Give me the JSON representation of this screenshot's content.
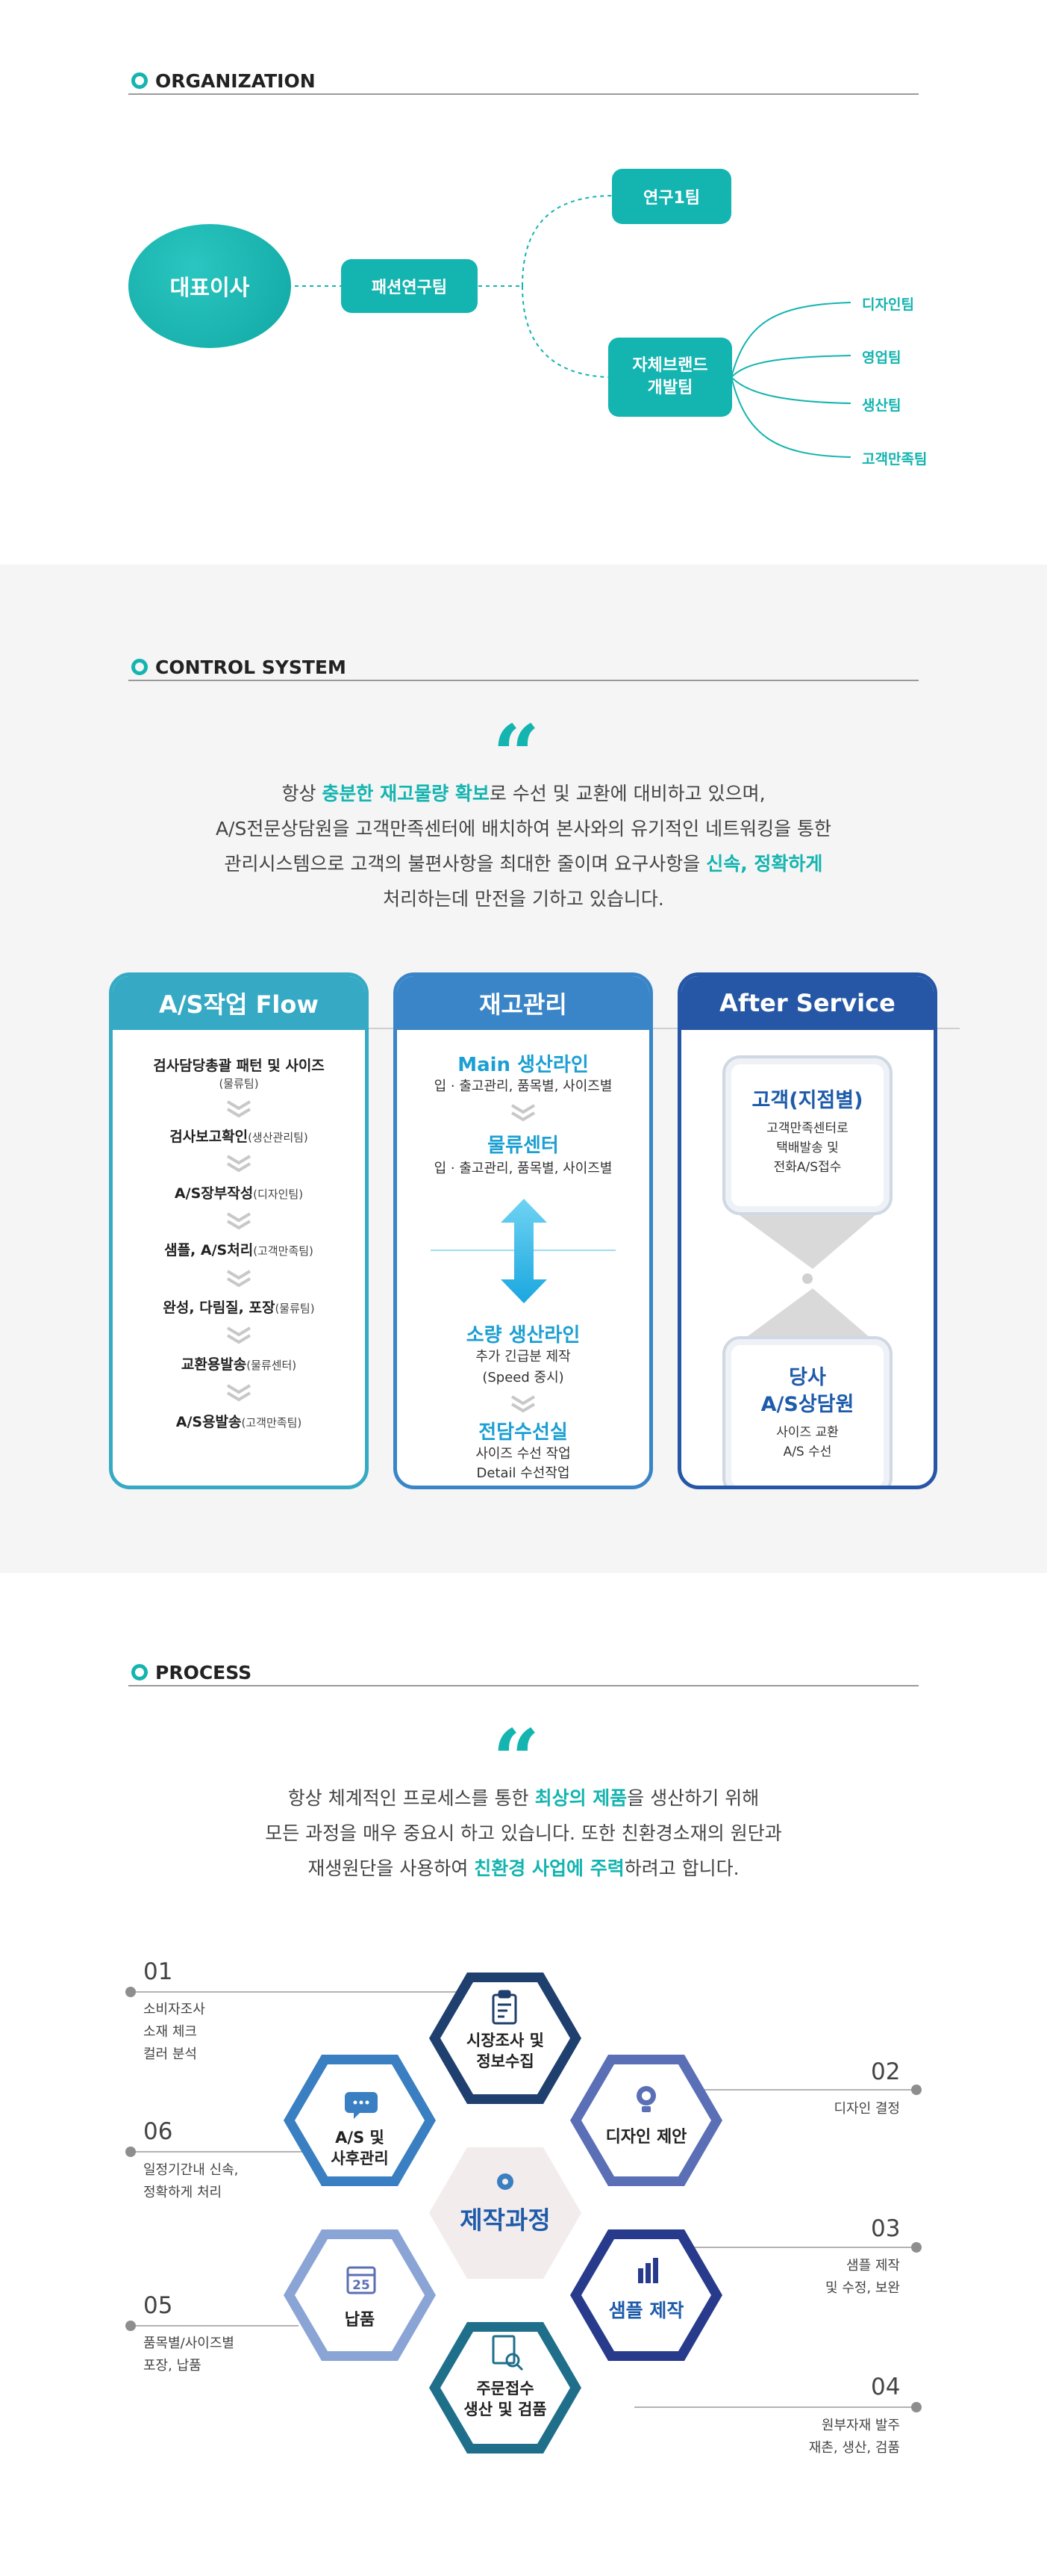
{
  "organization": {
    "heading": "ORGANIZATION",
    "ceo": "대표이사",
    "lab": "패션연구팀",
    "research": "연구1팀",
    "brand_line1": "자체브랜드",
    "brand_line2": "개발팀",
    "teams": [
      "디자인팀",
      "영업팀",
      "생산팀",
      "고객만족팀"
    ]
  },
  "control": {
    "heading": "CONTROL SYSTEM",
    "intro": {
      "l1_a": "항상 ",
      "l1_hl": "충분한 재고물량 확보",
      "l1_b": "로 수선 및 교환에 대비하고 있으며,",
      "l2": "A/S전문상담원을 고객만족센터에 배치하여 본사와의 유기적인 네트워킹을 통한",
      "l3_a": "관리시스템으로 고객의 불편사항을 최대한 줄이며 요구사항을 ",
      "l3_hl": "신속, 정확하게",
      "l4": "처리하는데 만전을 기하고 있습니다."
    },
    "flow": {
      "title": "A/S작업 Flow",
      "items": [
        {
          "main": "검사담당총괄 패턴 및 사이즈",
          "sub": "(물류팀)"
        },
        {
          "main": "검사보고확인",
          "sub": "(생산관리팀)"
        },
        {
          "main": "A/S장부작성",
          "sub": "(디자인팀)"
        },
        {
          "main": "샘플, A/S처리",
          "sub": "(고객만족팀)"
        },
        {
          "main": "완성, 다림질, 포장",
          "sub": "(물류팀)"
        },
        {
          "main": "교환용발송",
          "sub": "(물류센터)"
        },
        {
          "main": "A/S용발송",
          "sub": "(고객만족팀)"
        }
      ]
    },
    "stock": {
      "title": "재고관리",
      "main_line": "Main 생산라인",
      "main_line_sub": "입 · 출고관리, 품목별, 사이즈별",
      "logistics": "물류센터",
      "logistics_sub": "입 · 출고관리, 품목별, 사이즈별",
      "small_line": "소량 생산라인",
      "small_line_sub1": "추가 긴급분 제작",
      "small_line_sub2": "(Speed 중시)",
      "repair": "전담수선실",
      "repair_sub1": "사이즈 수선 작업",
      "repair_sub2": "Detail 수선작업"
    },
    "after": {
      "title": "After Service",
      "customer_title": "고객(지점별)",
      "customer_sub1": "고객만족센터로",
      "customer_sub2": "택배발송 및",
      "customer_sub3": "전화A/S접수",
      "company_title1": "당사",
      "company_title2": "A/S상담원",
      "company_sub1": "사이즈 교환",
      "company_sub2": "A/S 수선"
    }
  },
  "process": {
    "heading": "PROCESS",
    "intro": {
      "l1_a": "항상 체계적인 프로세스를 통한 ",
      "l1_hl": "최상의 제품",
      "l1_b": "을 생산하기 위해",
      "l2": "모든 과정을 매우 중요시 하고 있습니다. 또한 친환경소재의 원단과",
      "l3_a": "재생원단을 사용하여 ",
      "l3_hl": "친환경 사업에 주력",
      "l3_b": "하려고 합니다."
    },
    "center": "제작과정",
    "steps": {
      "s1": {
        "num": "01",
        "label1": "시장조사 및",
        "label2": "정보수집",
        "desc1": "소비자조사",
        "desc2": "소재 체크",
        "desc3": "컬러 분석"
      },
      "s2": {
        "num": "02",
        "label1": "디자인 제안",
        "desc1": "디자인 결정"
      },
      "s3": {
        "num": "03",
        "label1": "샘플 제작",
        "desc1": "샘플 제작",
        "desc2": "및 수정, 보완"
      },
      "s4": {
        "num": "04",
        "label1": "주문접수",
        "label2": "생산 및 검품",
        "desc1": "원부자재 발주",
        "desc2": "재촌, 생산, 검품"
      },
      "s5": {
        "num": "05",
        "label1": "납품",
        "desc1": "품목별/사이즈별",
        "desc2": "포장, 납품",
        "calendar": "25"
      },
      "s6": {
        "num": "06",
        "label1": "A/S 및",
        "label2": "사후관리",
        "desc1": "일정기간내 신속,",
        "desc2": "정확하게 처리"
      }
    }
  },
  "colors": {
    "teal": "#14b4b0",
    "flow_header": "#36a9c4",
    "stock_header": "#3a85c8",
    "after_header": "#2656a6",
    "navy": "#1f3f6e",
    "hex_teal": "#1f6f8b",
    "hex_blue": "#3a7fc1",
    "hex_periwinkle": "#5a6fb6",
    "hex_deep": "#283a8c"
  }
}
